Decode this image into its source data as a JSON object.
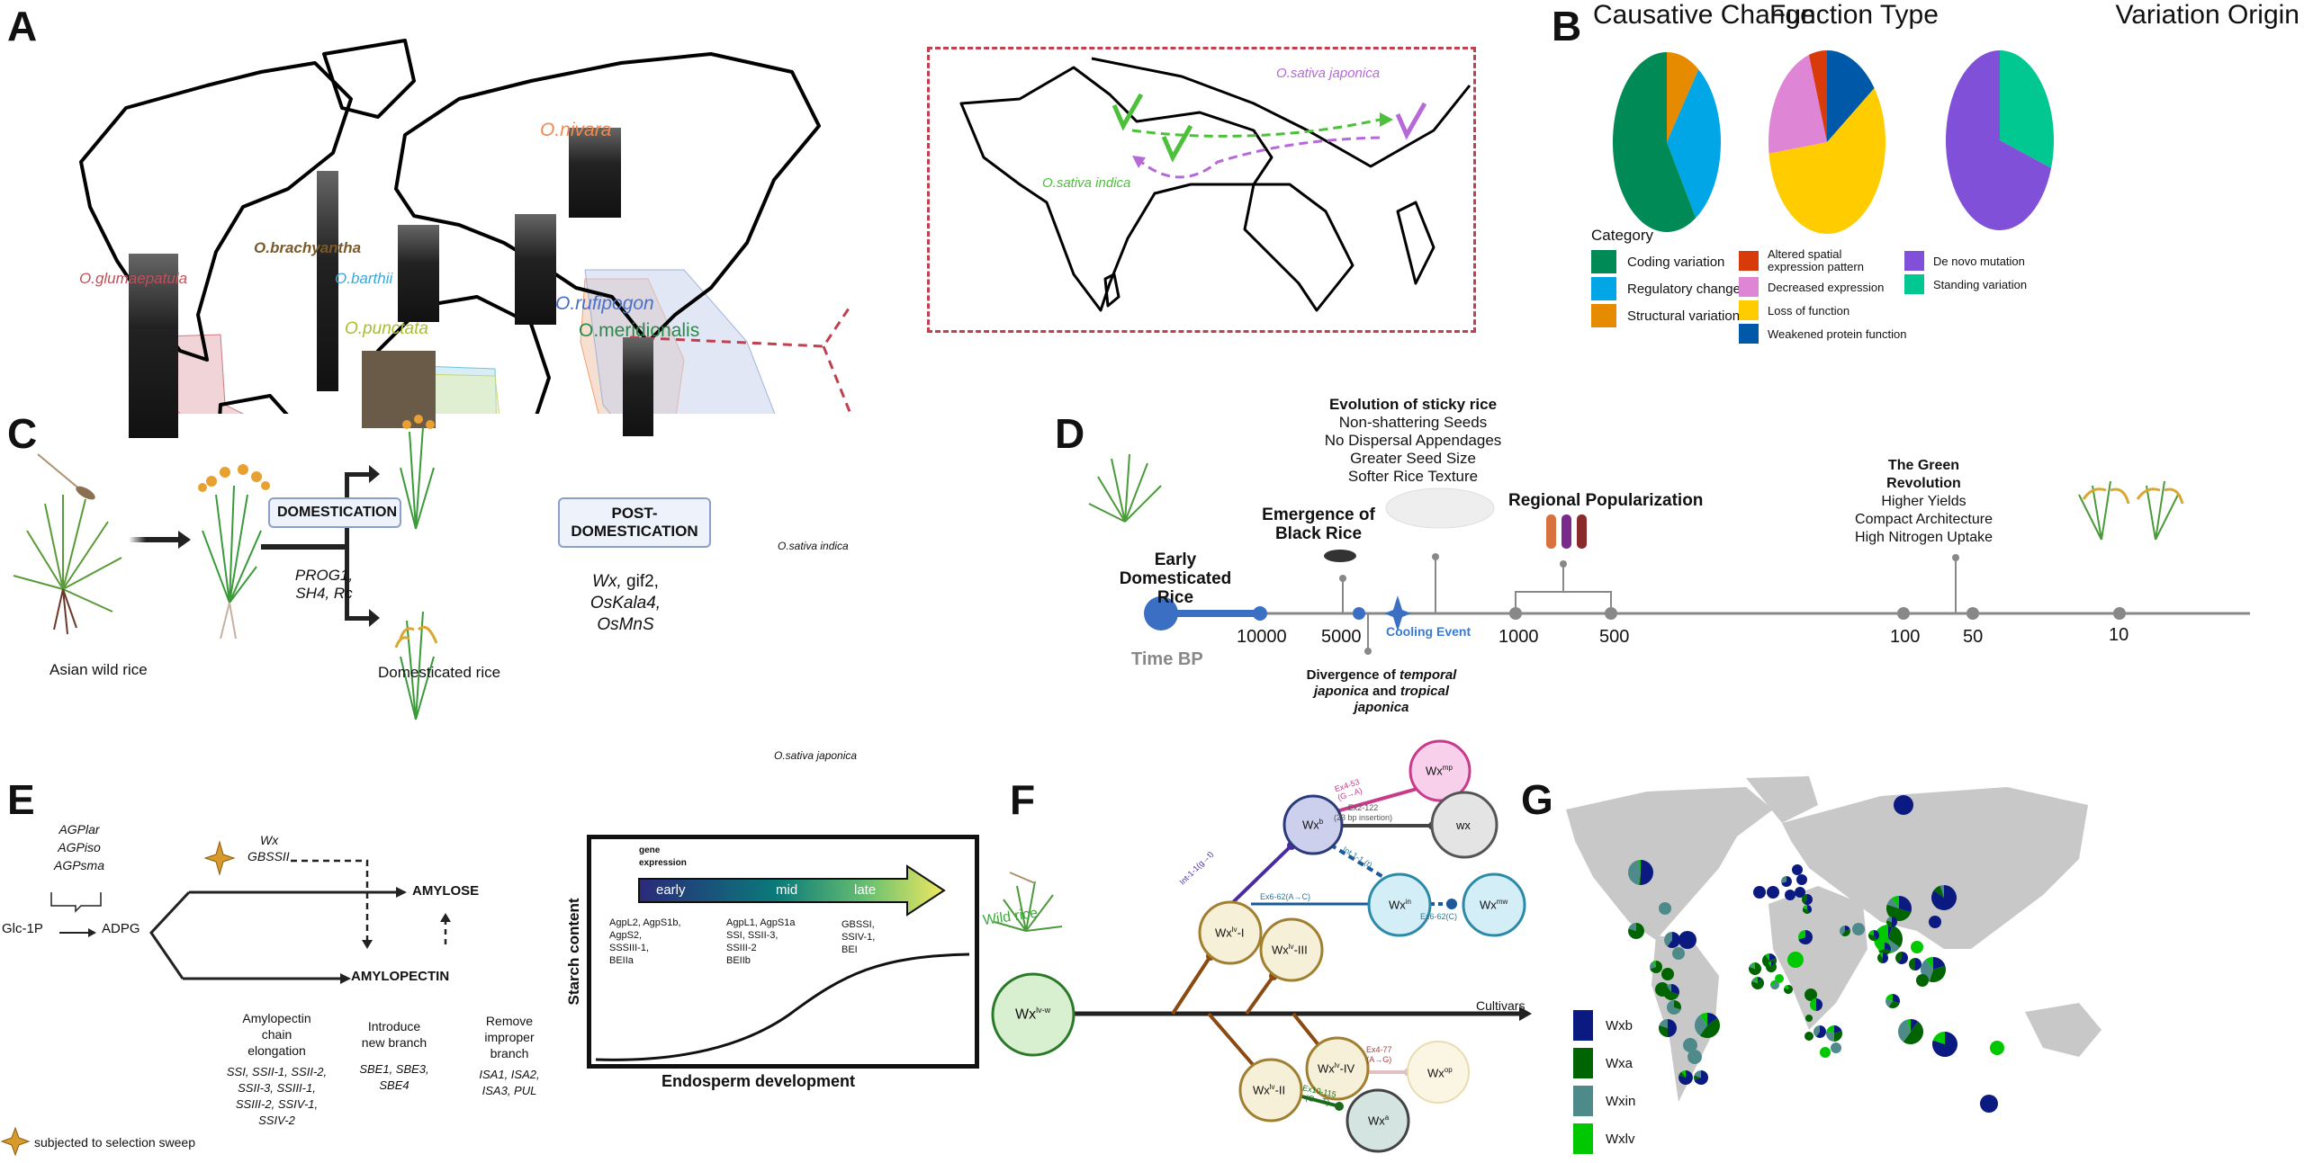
{
  "panels": {
    "a": "A",
    "b": "B",
    "c": "C",
    "d": "D",
    "e": "E",
    "f": "F",
    "g": "G"
  },
  "panel_a": {
    "species": [
      {
        "name": "O.glumaepatula",
        "color": "#c0505a"
      },
      {
        "name": "O.brachyantha",
        "color": "#7a5a2a"
      },
      {
        "name": "O.barthii",
        "color": "#3aa7d8"
      },
      {
        "name": "O.punctata",
        "color": "#a8c030"
      },
      {
        "name": "O.nivara",
        "color": "#f08a50"
      },
      {
        "name": "O.rufipogon",
        "color": "#4a6fc8"
      },
      {
        "name": "O.meridionalis",
        "color": "#2a8a4a"
      }
    ],
    "inset": {
      "indica": {
        "name": "O.sativa indica",
        "color": "#4cc03a"
      },
      "japonica": {
        "name": "O.sativa japonica",
        "color": "#b56ad8"
      }
    }
  },
  "chart_data": [
    {
      "type": "pie",
      "title": "Causative Change",
      "legend_title": "Category",
      "labels": [
        "Coding variation",
        "Regulatory change",
        "Structural variation"
      ],
      "values": [
        59,
        31,
        10
      ],
      "colors": [
        "#008a55",
        "#00a6e6",
        "#e68a00"
      ]
    },
    {
      "type": "pie",
      "title": "Function Type",
      "labels": [
        "Altered spatial expression pattern",
        "Decreased expression",
        "Loss of function",
        "Weakened protein function"
      ],
      "values": [
        5,
        22,
        58,
        15
      ],
      "colors": [
        "#d83a0a",
        "#de85d6",
        "#ffcc00",
        "#0059a8"
      ]
    },
    {
      "type": "pie",
      "title": "Variation Origin",
      "labels": [
        "De novo mutation",
        "Standing variation"
      ],
      "values": [
        70,
        30
      ],
      "colors": [
        "#8050d8",
        "#00c890"
      ]
    }
  ],
  "panel_c": {
    "wild": "Asian wild rice",
    "domesticated": "Domesticated rice",
    "domestication_box": "DOMESTICATION",
    "post_box_1": "POST-",
    "post_box_2": "DOMESTICATION",
    "genes1_l1": "PROG1,",
    "genes1_l2": "SH4, Rc",
    "genes2_l1a": "Wx,",
    "genes2_l1b": " gif2,",
    "genes2_l2": "OsKala4,",
    "genes2_l3": "OsMnS",
    "indica": "O.sativa indica",
    "japonica": "O.sativa japonica"
  },
  "panel_d": {
    "axis_label": "Time BP",
    "ticks": [
      "10000",
      "5000",
      "1000",
      "500",
      "100",
      "50",
      "10"
    ],
    "early": [
      "Early",
      "Domesticated",
      "Rice"
    ],
    "black": [
      "Emergence of",
      "Black Rice"
    ],
    "sticky_title": "Evolution of sticky rice",
    "sticky_items": [
      "Non-shattering Seeds",
      "No Dispersal Appendages",
      "Greater Seed Size",
      "Softer Rice Texture"
    ],
    "regional": "Regional Popularization",
    "green_title": "The Green Revolution",
    "green_items": [
      "Higher Yields",
      "Compact Architecture",
      "High Nitrogen Uptake"
    ],
    "cooling": "Cooling Event",
    "div_1": "Divergence of ",
    "div_2": "temporal",
    "div_3": "japonica",
    "div_4": " and ",
    "div_5": "tropical",
    "div_6": "japonica",
    "blue": "#3a6fc4"
  },
  "panel_e": {
    "agp": [
      "AGPlar",
      "AGPiso",
      "AGPsma"
    ],
    "glc": "Glc-1P",
    "adpg": "ADPG",
    "wx": "Wx",
    "gbssii": "GBSSII",
    "amylose": "AMYLOSE",
    "amylopectin": "AMYLOPECTIN",
    "steps": [
      {
        "title": [
          "Amylopectin",
          "chain",
          "elongation"
        ],
        "genes": [
          "SSI, SSII-1, SSII-2,",
          "SSII-3, SSIII-1,",
          "SSIII-2, SSIV-1,",
          "SSIV-2"
        ]
      },
      {
        "title": [
          "Introduce",
          "new branch"
        ],
        "genes": [
          "SBE1, SBE3,",
          "SBE4"
        ]
      },
      {
        "title": [
          "Remove",
          "improper",
          "branch"
        ],
        "genes": [
          "ISA1, ISA2,",
          "ISA3, PUL"
        ]
      }
    ],
    "legend": "subjected to selection sweep",
    "graph": {
      "ylabel": "Starch content",
      "xlabel": "Endosperm development",
      "gene_expr": [
        "gene",
        "expression"
      ],
      "stages": [
        "early",
        "mid",
        "late"
      ],
      "early_genes": [
        "AgpL2, AgpS1b,",
        "AgpS2,",
        "SSSIII-1,",
        "BEIIa"
      ],
      "mid_genes": [
        "AgpL1, AgpS1a",
        "SSI, SSII-3,",
        "SSIII-2",
        "BEIIb"
      ],
      "late_genes": [
        "GBSSI,",
        "SSIV-1,",
        "BEI"
      ]
    }
  },
  "panel_f": {
    "wild": "Wild rice",
    "cultivars": "Cultivars",
    "nodes": {
      "root": {
        "base": "Wx",
        "sup": "lv-w"
      },
      "lv1": {
        "base": "Wx",
        "sup": "lv",
        "suffix": "-I"
      },
      "lv2": {
        "base": "Wx",
        "sup": "lv",
        "suffix": "-II"
      },
      "lv3": {
        "base": "Wx",
        "sup": "lv",
        "suffix": "-III"
      },
      "lv4": {
        "base": "Wx",
        "sup": "lv",
        "suffix": "-IV"
      },
      "b": {
        "base": "Wx",
        "sup": "b"
      },
      "mp": {
        "base": "Wx",
        "sup": "mp"
      },
      "wx": {
        "base": "wx",
        "sup": ""
      },
      "in": {
        "base": "Wx",
        "sup": "in"
      },
      "mw": {
        "base": "Wx",
        "sup": "mw"
      },
      "op": {
        "base": "Wx",
        "sup": "op"
      },
      "a": {
        "base": "Wx",
        "sup": "a"
      }
    },
    "edges": {
      "int11": "Int-1-1(g→t)",
      "ex453a": "Ex4-53",
      "ex453b": "(G→A)",
      "ex2122a": "Ex2-122",
      "ex2122b": "(23 bp insertion)",
      "int11t": "Int 1-1 (t)",
      "ex662ac": "Ex6-62(A→C)",
      "ex662c": "Ex6-62(C)",
      "ex477a": "Ex4-77",
      "ex477b": "(A→G)",
      "ex10a": "Ex10-115",
      "ex10b": "(C→T)"
    }
  },
  "panel_g": {
    "legend": [
      {
        "label": "Wxb",
        "color": "#0a1a80"
      },
      {
        "label": "Wxa",
        "color": "#006400"
      },
      {
        "label": "Wxin",
        "color": "#4f8a8b"
      },
      {
        "label": "Wxlv",
        "color": "#00c800"
      }
    ]
  }
}
